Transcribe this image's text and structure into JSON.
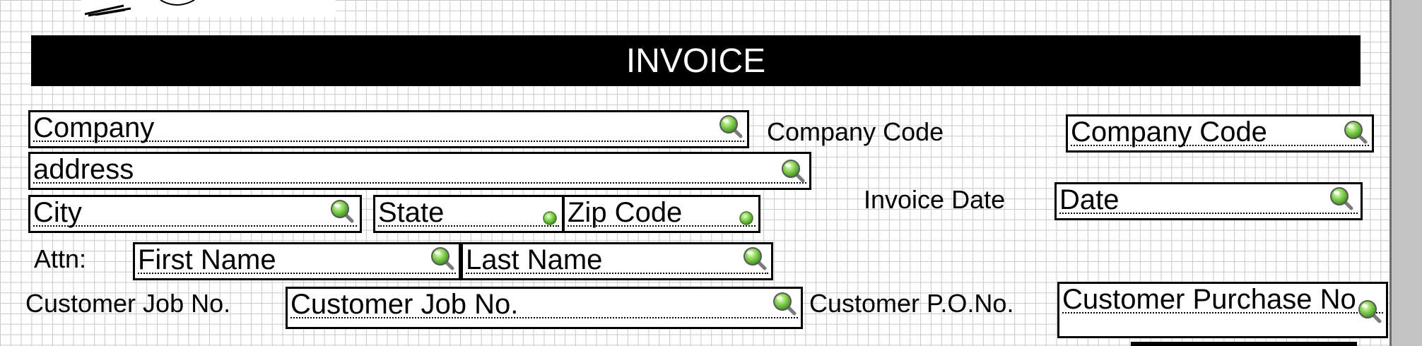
{
  "title": "INVOICE",
  "labels": {
    "company_code": "Company Code",
    "invoice_date": "Invoice Date",
    "attn": "Attn:",
    "customer_job_no": "Customer Job No.",
    "customer_po_no": "Customer P.O.No."
  },
  "fields": {
    "company": "Company",
    "company_code": "Company Code",
    "address": "address",
    "city": "City",
    "state": "State",
    "zip_code": "Zip Code",
    "date": "Date",
    "first_name": "First Name",
    "last_name": "Last Name",
    "customer_job_no": "Customer Job No.",
    "customer_purchase_no": "Customer Purchase No"
  },
  "icons": {
    "lookup": "magnifier-lookup-icon",
    "dropdown": "green-dot-icon"
  },
  "colors": {
    "title_bar": "#000000",
    "grid": "#c9c9c9",
    "lookup_green": "#6cc24a"
  }
}
